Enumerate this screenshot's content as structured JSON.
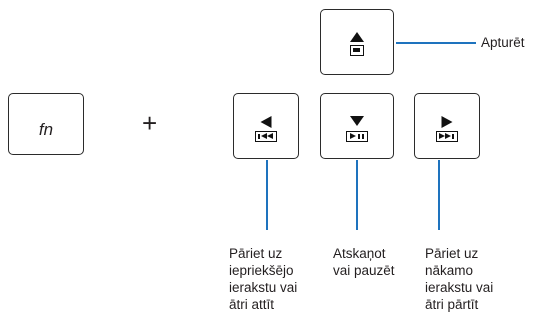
{
  "keys": {
    "fn": "fn",
    "plus": "+"
  },
  "labels": {
    "stop": "Apturēt",
    "previous": "Pāriet uz\niepriekšējo\nierakstu vai\nātri attīt",
    "play_pause": "Atskaņot\nvai pauzēt",
    "next": "Pāriet uz\nnākamo\nierakstu vai\nātri pārtīt"
  },
  "colors": {
    "callout_line": "#1e73be",
    "key_border": "#2b2b2b"
  },
  "icons": {
    "stop_key": "eject-stop-icon",
    "prev_key": "rewind-previous-icon",
    "play_key": "play-pause-icon",
    "next_key": "fast-forward-next-icon"
  }
}
